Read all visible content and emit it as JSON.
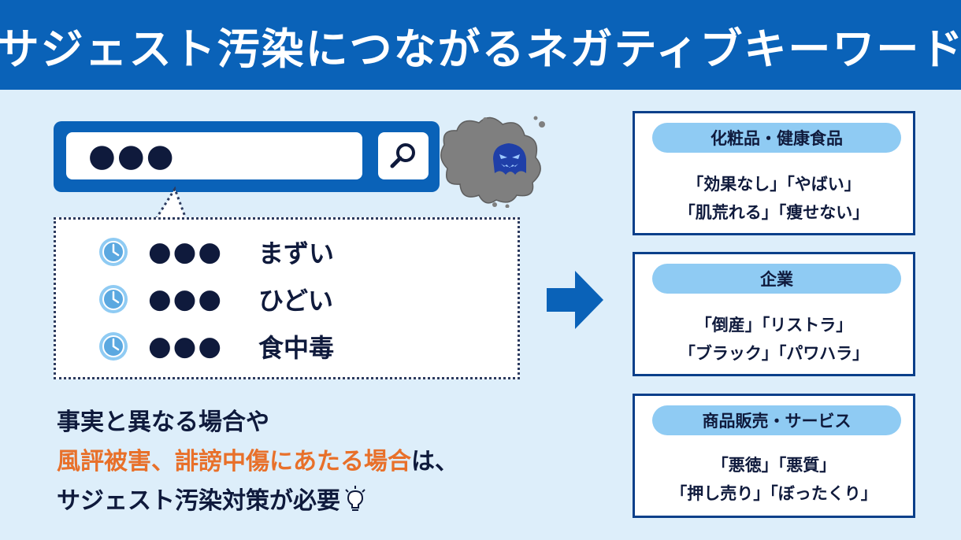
{
  "title": "サジェスト汚染につながるネガティブキーワード",
  "search": {
    "query": "●●●"
  },
  "suggestions": [
    {
      "prefix": "●●●",
      "term": "まずい"
    },
    {
      "prefix": "●●●",
      "term": "ひどい"
    },
    {
      "prefix": "●●●",
      "term": "食中毒"
    }
  ],
  "message": {
    "line1": "事実と異なる場合や",
    "line2_highlight": "風評被害、誹謗中傷にあたる場合",
    "line2_rest": "は、",
    "line3": "サジェスト汚染対策が必要"
  },
  "categories": [
    {
      "label": "化粧品・健康食品",
      "line1": "「効果なし」「やばい」",
      "line2": "「肌荒れる」「痩せない」"
    },
    {
      "label": "企業",
      "line1": "「倒産」「リストラ」",
      "line2": "「ブラック」「パワハラ」"
    },
    {
      "label": "商品販売・サービス",
      "line1": "「悪徳」「悪質」",
      "line2": "「押し売り」「ぼったくり」"
    }
  ],
  "colors": {
    "brand_blue": "#0a62b8",
    "background": "#ddeefa",
    "highlight_orange": "#e8702a",
    "pill_blue": "#8fcbf3",
    "text_navy": "#0f1a3c",
    "ghost_gray": "#7f7f7f"
  },
  "icons": {
    "search": "magnifier-icon",
    "ghost": "ghost-monster-icon",
    "history": "clock-history-icon",
    "arrow": "right-arrow-icon",
    "bulb": "lightbulb-icon"
  }
}
